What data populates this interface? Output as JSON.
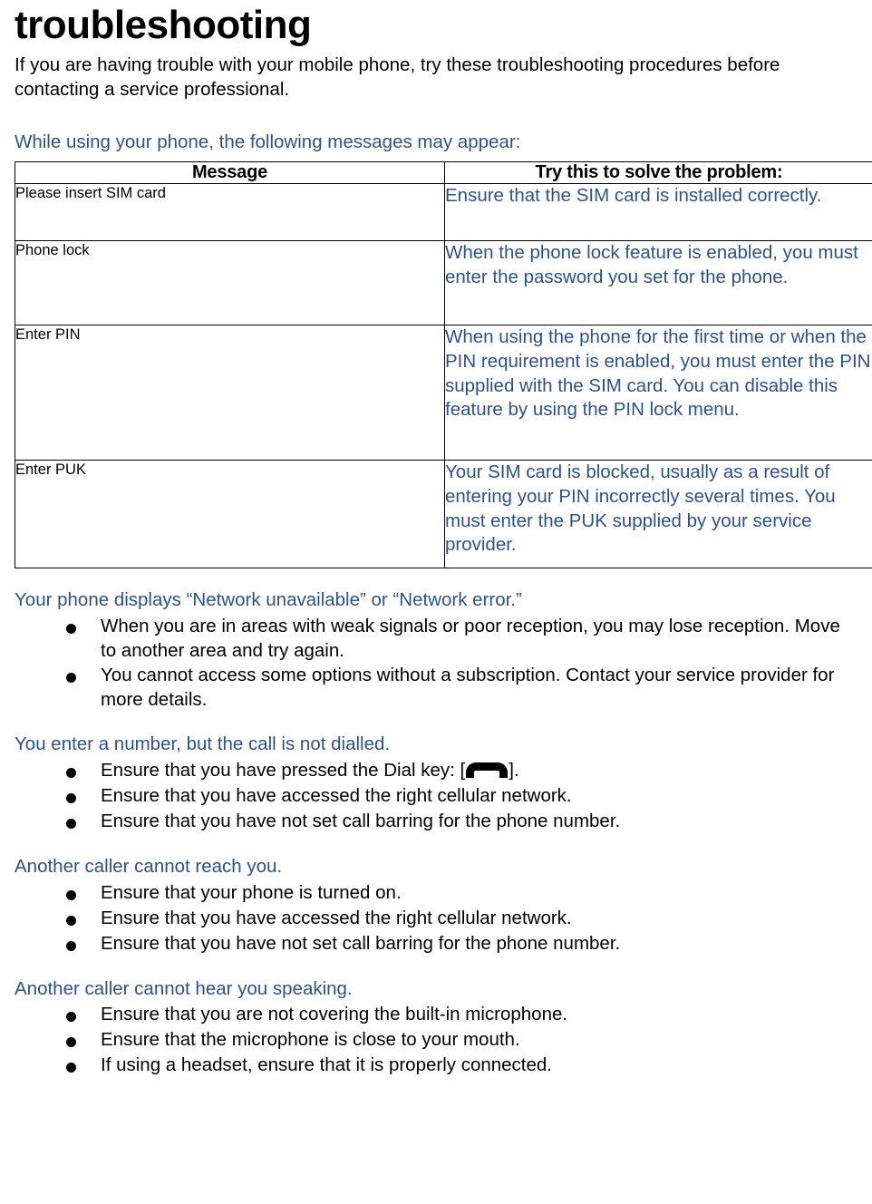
{
  "page": {
    "title": "troubleshooting",
    "intro": "If you are having trouble with your mobile phone, try these troubleshooting procedures before contacting a service professional."
  },
  "messages_section": {
    "heading": "While using your phone, the following messages may appear:",
    "table": {
      "headers": [
        "Message",
        "Try this to solve the problem:"
      ],
      "rows": [
        {
          "message": "Please insert SIM card",
          "fix": "Ensure that the SIM card is installed correctly."
        },
        {
          "message": "Phone lock",
          "fix": "When the phone lock feature is enabled, you must enter the password you set for the phone."
        },
        {
          "message": "Enter PIN",
          "fix": "When using the phone for the first time or when the PIN requirement is enabled, you must enter the PIN supplied with the SIM card. You can disable this feature by using the PIN lock   menu."
        },
        {
          "message": "Enter PUK",
          "fix": "Your SIM card is blocked, usually as a result of entering your PIN incorrectly several times. You must enter the PUK supplied by your service provider."
        }
      ]
    }
  },
  "sections": [
    {
      "heading": "Your phone displays “Network unavailable” or “Network error.”",
      "bullets": [
        "When you are in areas with weak signals or poor reception, you may lose reception. Move to another area and try again.",
        "You cannot access some options without a subscription. Contact your service provider for more details."
      ]
    },
    {
      "heading": "You enter a number, but the call is not dialled.",
      "bullets": [
        "Ensure that you have pressed the Dial key: [",
        "Ensure that you have accessed the right cellular network.",
        "Ensure that you have not set call barring for the phone number."
      ],
      "dial_bullet_suffix": "].",
      "dial_icon": "dial-key-icon"
    },
    {
      "heading": "Another caller cannot reach you.",
      "bullets": [
        "Ensure that your phone is turned on.",
        "Ensure that you have accessed the right cellular network.",
        "Ensure that you have not set call barring for the phone number."
      ]
    },
    {
      "heading": "Another caller cannot hear you speaking.",
      "bullets": [
        "Ensure that you are not covering the built-in microphone.",
        "Ensure that the microphone is close to your mouth.",
        "If using a headset, ensure that it is properly connected."
      ]
    }
  ],
  "colors": {
    "heading_blue": "#2c5288",
    "body_black": "#000000",
    "page_background": "#ffffff",
    "table_border": "#000000"
  }
}
